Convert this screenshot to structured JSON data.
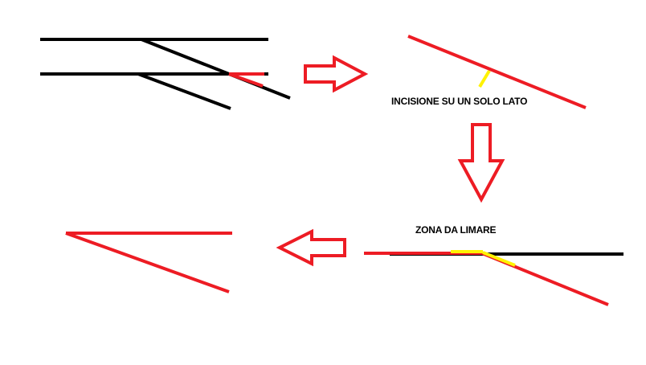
{
  "labels": {
    "incision_one_side": "INCISIONE SU UN SOLO LATO",
    "filing_zone": "ZONA DA LIMARE"
  },
  "colors": {
    "line_black": "#000000",
    "line_red": "#ed1c24",
    "highlight_yellow": "#fff200",
    "arrow_outline": "#ed1c24",
    "arrow_fill": "#ffffff",
    "background": "#ffffff"
  },
  "arrows": [
    {
      "id": "arrow-right",
      "direction": "right"
    },
    {
      "id": "arrow-down",
      "direction": "down"
    },
    {
      "id": "arrow-left",
      "direction": "left"
    }
  ]
}
